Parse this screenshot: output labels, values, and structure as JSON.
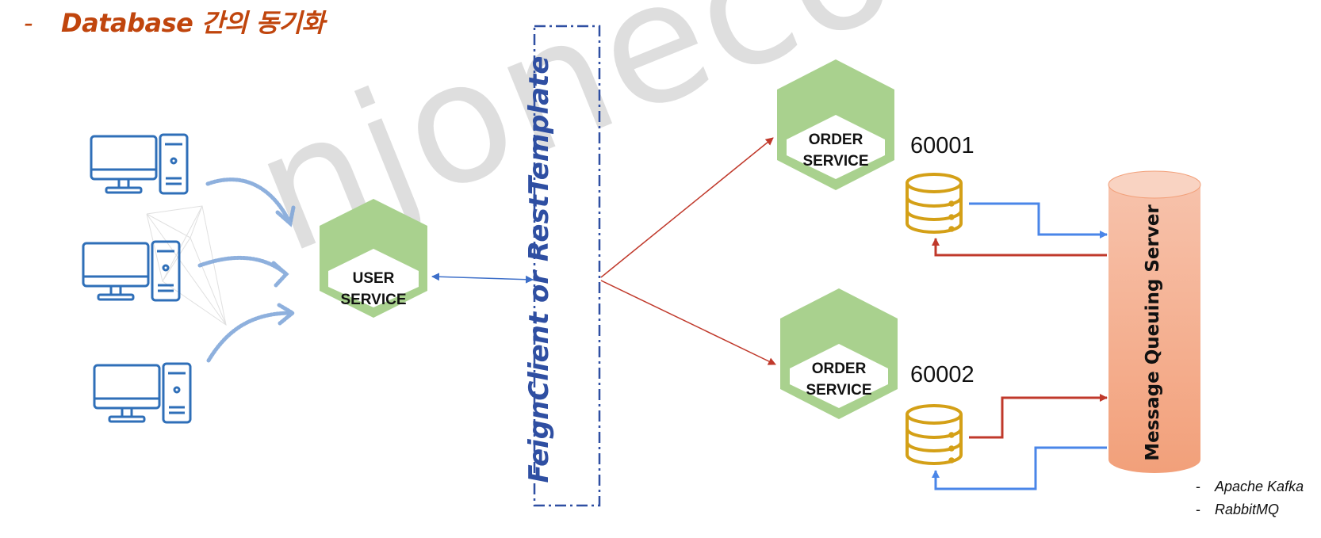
{
  "title": {
    "dash": "-",
    "text": "Database 간의 동기화"
  },
  "watermark": "njonecompany",
  "gateway_label": "FeignClient or RestTemplate",
  "user_service": {
    "line1": "USER",
    "line2": "SERVICE"
  },
  "order_service_1": {
    "line1": "ORDER",
    "line2": "SERVICE",
    "port": "60001"
  },
  "order_service_2": {
    "line1": "ORDER",
    "line2": "SERVICE",
    "port": "60002"
  },
  "message_queue": {
    "label": "Message Queuing Server",
    "items": [
      {
        "dash": "-",
        "name": "Apache Kafka"
      },
      {
        "dash": "-",
        "name": "RabbitMQ"
      }
    ]
  },
  "colors": {
    "title": "#c0450d",
    "hexagon_green": "#a9d18e",
    "client_blue": "#2f6fb8",
    "db_gold": "#d4a017",
    "arrow_red": "#c0392b",
    "arrow_blue": "#4a86e8",
    "queue_fill": "#f4a988"
  },
  "icons": [
    "desktop-computer-icon",
    "database-icon",
    "cylinder-queue"
  ]
}
